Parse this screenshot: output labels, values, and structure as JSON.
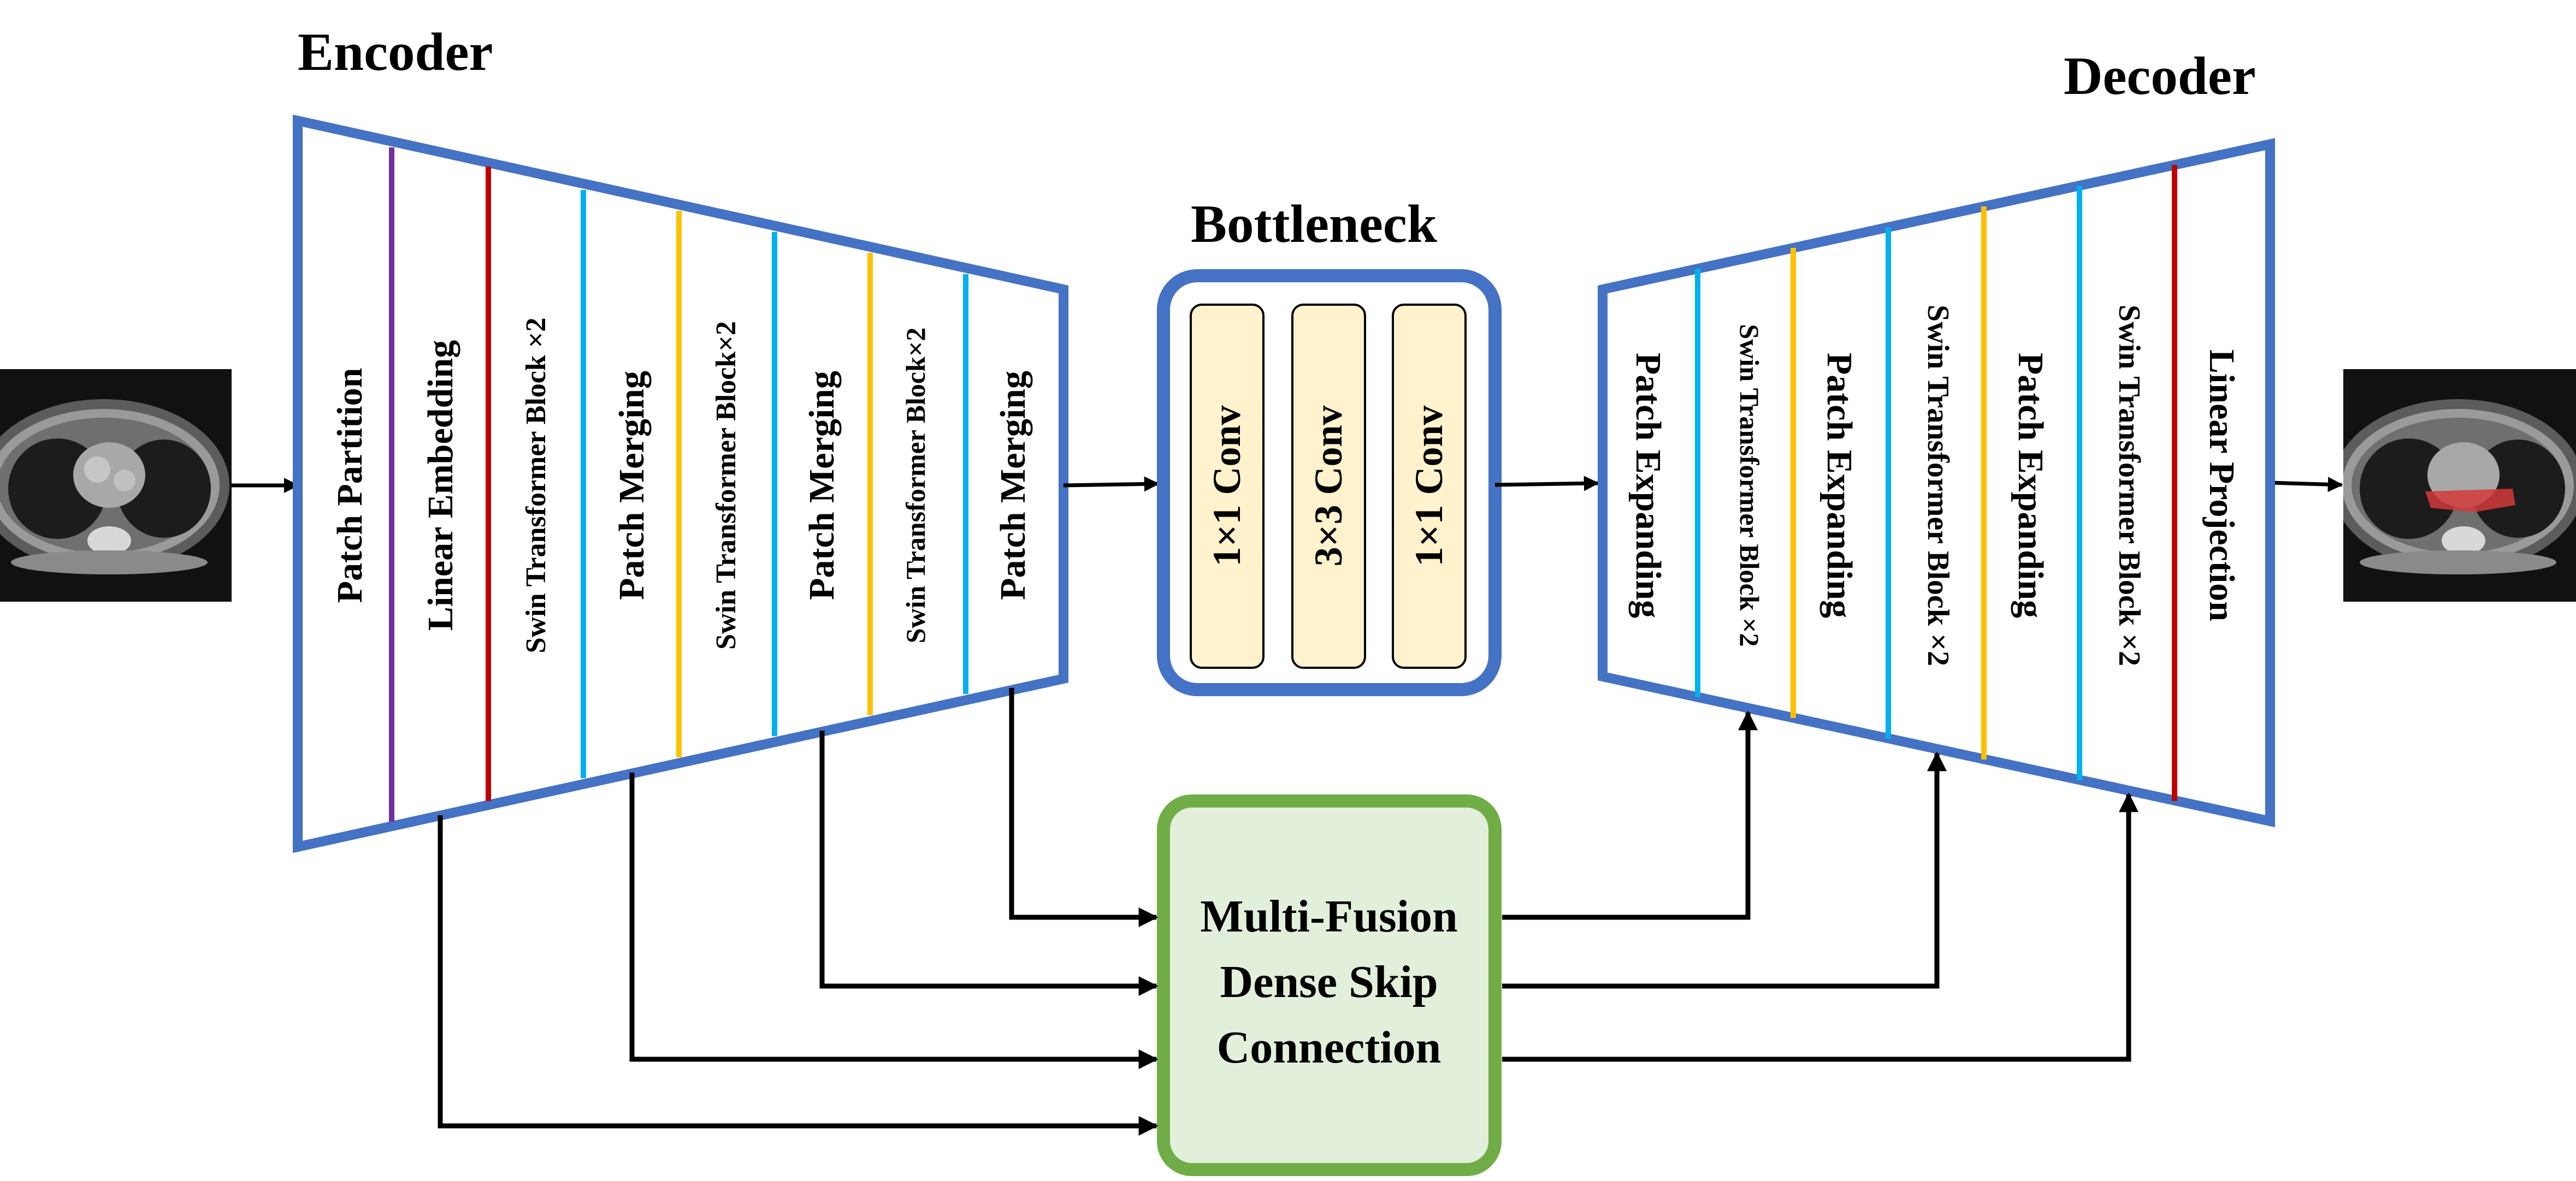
{
  "encoder": {
    "title": "Encoder",
    "layers": [
      "Patch Partition",
      "Linear Embedding",
      "Swin Transformer Block  ×2",
      "Patch Merging",
      "Swin Transformer Block×2",
      "Patch Merging",
      "Swin Transformer Block×2",
      "Patch Merging"
    ]
  },
  "bottleneck": {
    "title": "Bottleneck",
    "blocks": [
      "1×1 Conv",
      "3×3 Conv",
      "1×1 Conv"
    ]
  },
  "decoder": {
    "title": "Decoder",
    "layers": [
      "Patch Expanding",
      "Swin Transformer Block ×2",
      "Patch Expanding",
      "Swin Transformer Block ×2",
      "Patch Expanding",
      "Swin Transformer Block ×2",
      "Linear Projection"
    ]
  },
  "skip": {
    "lines": [
      "Multi-Fusion",
      "Dense  Skip",
      "Connection"
    ]
  },
  "colors": {
    "frame_blue": "#4472C4",
    "purple": "#7030A0",
    "red": "#C00000",
    "cyan": "#00B0F0",
    "gold": "#FFC000",
    "conv_fill": "#FFF2CC",
    "skip_border": "#70AD47",
    "skip_fill": "#E2EFDA",
    "overlay": "#D23A3A"
  },
  "icons": {
    "input": "ct-scan-input-image",
    "output": "ct-scan-segmentation-output-image"
  }
}
